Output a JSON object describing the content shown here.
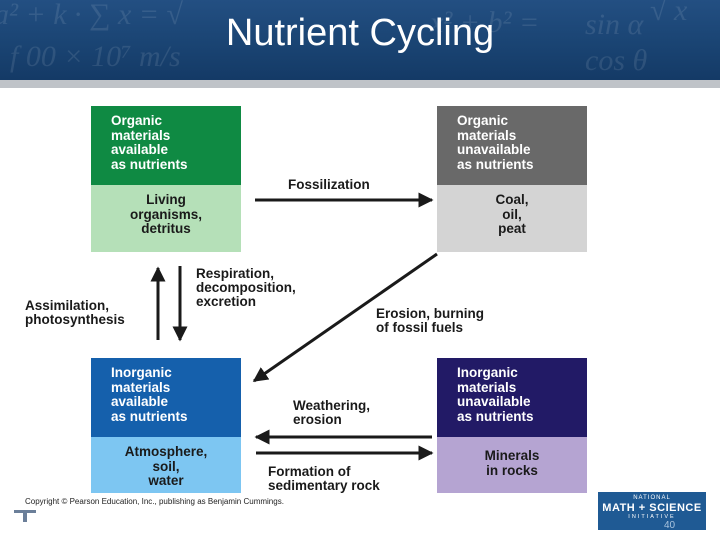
{
  "title": "Nutrient Cycling",
  "boxes": {
    "top_left": {
      "header": [
        "Organic",
        "materials",
        "available",
        "as nutrients"
      ],
      "body": [
        "Living",
        "organisms,",
        "detritus"
      ],
      "header_color": "#0f8a43",
      "body_color": "#b5e0b8"
    },
    "top_right": {
      "header": [
        "Organic",
        "materials",
        "unavailable",
        "as nutrients"
      ],
      "body": [
        "Coal,",
        "oil,",
        "peat"
      ],
      "header_color": "#696969",
      "body_color": "#d4d4d4"
    },
    "bottom_left": {
      "header": [
        "Inorganic",
        "materials",
        "available",
        "as nutrients"
      ],
      "body": [
        "Atmosphere,",
        "soil,",
        "water"
      ],
      "header_color": "#1560ac",
      "body_color": "#7dc6f2"
    },
    "bottom_right": {
      "header": [
        "Inorganic",
        "materials",
        "unavailable",
        "as nutrients"
      ],
      "body": [
        "Minerals",
        "in rocks"
      ],
      "header_color": "#221a66",
      "body_color": "#b5a4d2"
    }
  },
  "arrows": {
    "fossilization": "Fossilization",
    "respiration": [
      "Respiration,",
      "decomposition,",
      "excretion"
    ],
    "assimilation": [
      "Assimilation,",
      "photosynthesis"
    ],
    "erosion_burning": [
      "Erosion, burning",
      "of fossil fuels"
    ],
    "weathering": [
      "Weathering,",
      "erosion"
    ],
    "formation": [
      "Formation of",
      "sedimentary rock"
    ]
  },
  "copyright": "Copyright © Pearson Education, Inc., publishing as Benjamin Cummings.",
  "logo": {
    "line1": "NATIONAL",
    "line2": "MATH + SCIENCE",
    "line3": "INITIATIVE"
  },
  "page_number": "40"
}
